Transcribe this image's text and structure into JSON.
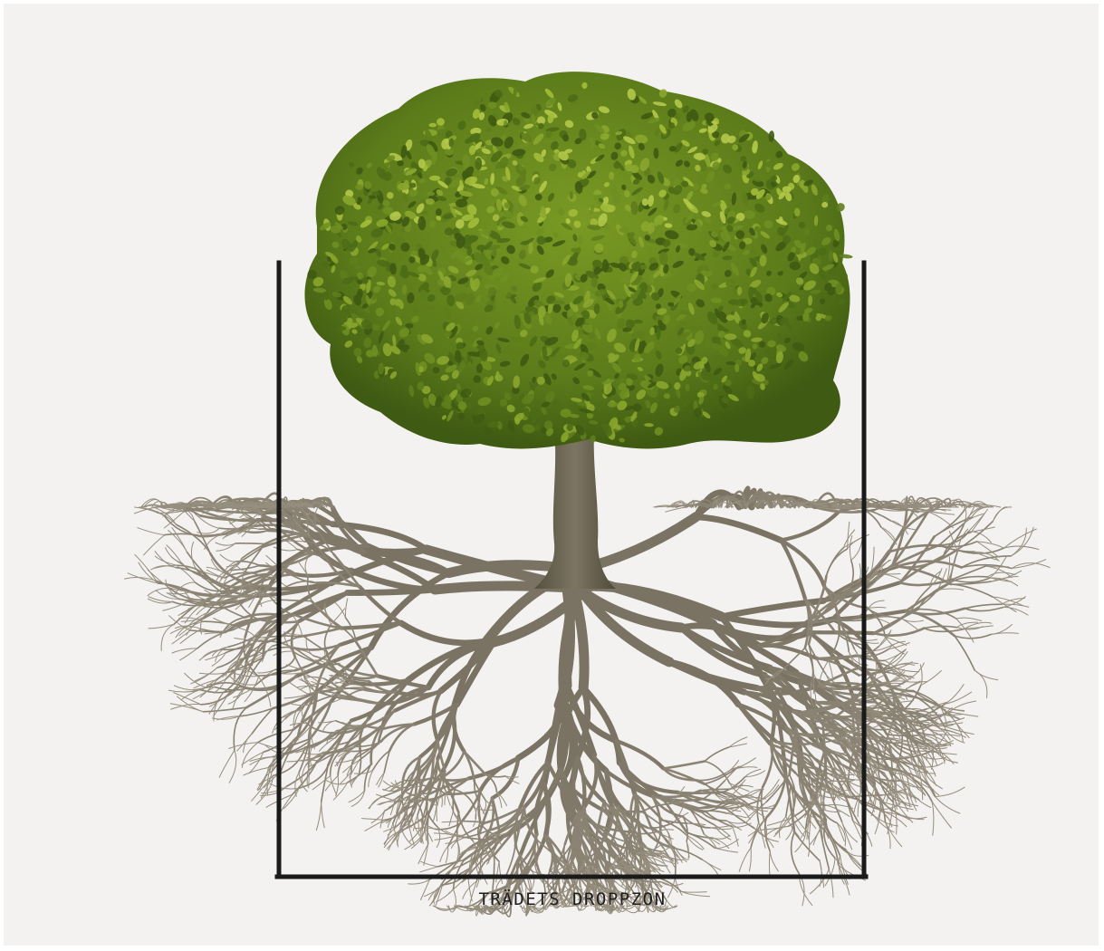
{
  "diagram": {
    "caption": "TRÄDETS DROPPZON",
    "colors": {
      "background": "#f3f2f1",
      "bracket": "#1a1a1a",
      "root": "#7f7667",
      "root_dark": "#5f5849",
      "trunk": "#6b6350",
      "foliage_dark": "#3f5a12",
      "foliage_mid": "#5e7d1c",
      "foliage_light": "#8aa62e",
      "foliage_highlight": "#b4c94a"
    },
    "icons": [
      "tree-illustration",
      "root-system",
      "drip-zone-bracket"
    ]
  }
}
